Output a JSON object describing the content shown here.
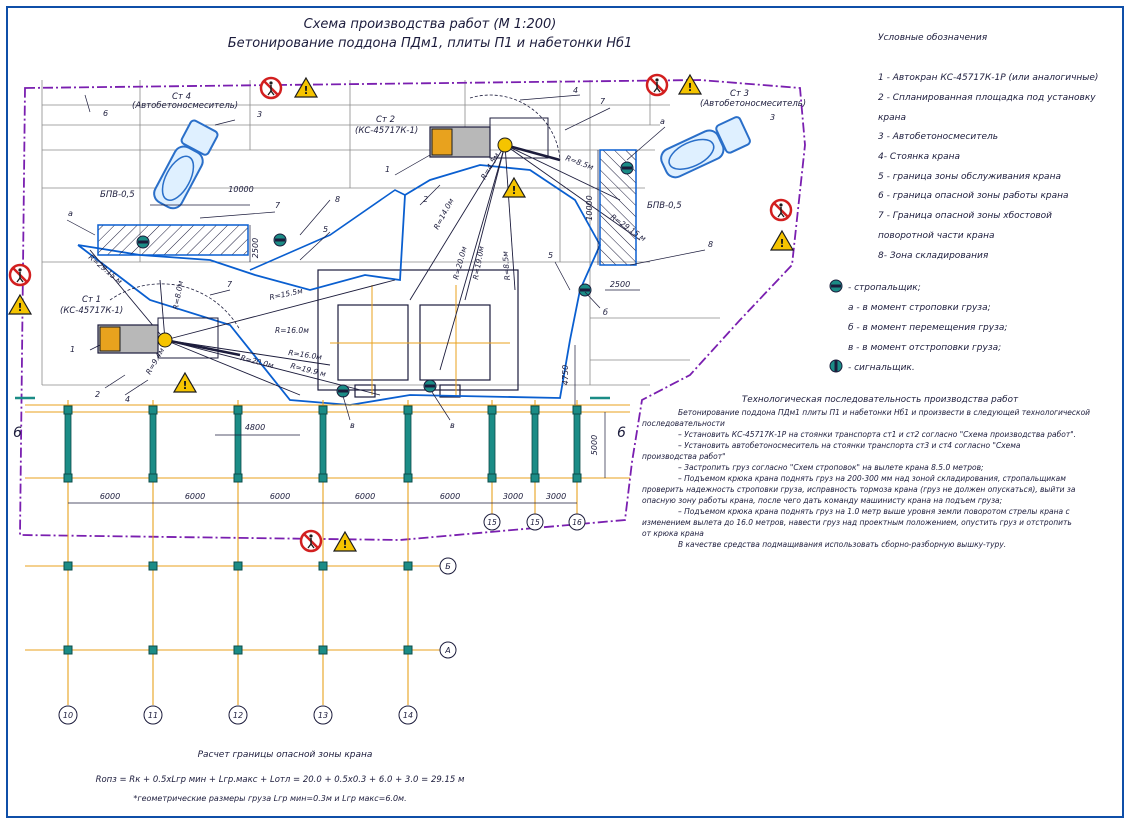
{
  "title": {
    "line1": "Схема производства работ (М 1:200)",
    "line2": "Бетонирование поддона ПДм1, плиты П1 и набетонки Нб1"
  },
  "legend": {
    "heading": "Условные обозначения",
    "items": [
      "1 - Автокран КС-45717К-1Р (или аналогичные)",
      "2 - Спланированная площадка под установку",
      "крана",
      "3 - Автобетоносмеситель",
      "4- Стоянка крана",
      "5 - граница зоны обслуживания крана",
      "6 - граница опасной зоны работы крана",
      "7 - Граница опасной зоны хбостовой",
      "поворотной части крана",
      "8- Зона складирования"
    ],
    "rigger": "- стропальщик;",
    "rigger_a": "а - в момент строповки груза;",
    "rigger_b": "б - в момент перемещения груза;",
    "rigger_v": "в - в момент отстроповки груза;",
    "signalman": "- сигнальщик."
  },
  "tech": {
    "heading": "Технологическая последовательность производства работ",
    "lines": [
      "Бетонирование поддона ПДм1 плиты П1 и набетонки Нб1 и произвести в следующей технологической",
      "последовательности",
      "– Установить КС-45717К-1Р на стоянки транспорта ст1 и ст2 согласно \"Схема производства работ\".",
      "– Установить автобетоносмеситель на стоянки транспорта ст3 и ст4 согласно \"Схема",
      "производства работ\"",
      "– Застропить груз согласно \"Схем строповок\" на вылете крана 8.5.0 метров;",
      "– Подъемом крюка крана поднять груз на 200-300 мм над зоной складирования, стропальщикам",
      "проверить надежность строповки груза, исправность тормоза крана (груз не должен опускаться), выйти за",
      "опасную зону работы крана, после чего дать команду машинисту крана на подъем груза;",
      "– Подъемом крюка крана поднять груз на 1.0 метр выше уровня земли поворотом стрелы крана с",
      "изменением вылета до 16.0 метров, навести груз над проектным положением, опустить груз и отстропить",
      "от крюка крана",
      "В качестве средства подмащивания использовать сборно-разборную вышку-туру."
    ]
  },
  "calc": {
    "heading": "Расчет границы опасной зоны крана",
    "formula": "Rопз = Rк + 0.5хLгр мин + Lгр.макс + Lотл = 20.0 + 0.5х0.3 + 6.0 + 3.0 = 29.15 м",
    "note": "*геометрические размеры груза Lгр мин=0.3м и Lгр макс=6.0м."
  },
  "labels": {
    "st4": "Ст 4",
    "st4_sub": "(Автобетоносмеситель)",
    "st3": "Ст 3",
    "st3_sub": "(Автобетоносмеситель)",
    "st2": "Ст 2",
    "st2_sub": "(КС-45717К-1)",
    "st1": "Ст 1",
    "st1_sub": "(КС-45717К-1)",
    "bpv_left": "БПВ-0,5",
    "bpv_right": "БПВ-0,5",
    "dim_10000_h": "10000",
    "dim_10000_v": "10000",
    "dim_2500_v": "2500",
    "dim_2500_h": "2500",
    "dim_4800": "4800",
    "dim_4750": "4750",
    "dim_5000": "5000",
    "r_left_1": "R=29.15 м",
    "r_left_2": "R=8.0м",
    "r_left_3": "R=15.5м",
    "r_left_4": "R=16.0м",
    "r_left_5": "R=16.0м",
    "r_left_6": "R=19.9 м",
    "r_left_7": "R=20.0м",
    "r_top_1": "R=14.0м",
    "r_top_2": "R=20.0м",
    "r_top_3": "R=19.0м",
    "r_top_4": "R=8.5м",
    "r_top_5": "R=4.5м",
    "r_top_6": "R=29.15 м",
    "r_top_7": "R=8.5м",
    "r_top_8": "R=9.4м",
    "section_mark": "6",
    "spans": [
      "6000",
      "6000",
      "6000",
      "6000",
      "3000",
      "3000"
    ],
    "col_axes": [
      "10",
      "11",
      "12",
      "13",
      "14"
    ],
    "col_axes_top": [
      "15",
      "15",
      "16"
    ],
    "row_axes": [
      "Б",
      "А"
    ],
    "num_1": "1",
    "num_2": "2",
    "num_3": "3",
    "num_4": "4",
    "num_5": "5",
    "num_6": "6",
    "num_7": "7",
    "num_8": "8",
    "letter_a": "а",
    "letter_b": "б",
    "letter_v": "в"
  },
  "colors": {
    "line": "#1c1c3c",
    "grid": "#8a8a8a",
    "boundary": "#7a1fb0",
    "service_zone": "#0a5fd0",
    "axis": "#e8a21e",
    "column": "#1b8c86",
    "crane": "#2a6fc9",
    "warning_yellow": "#f5c400",
    "prohibit_red": "#d21f1f"
  },
  "icons": {
    "warning": "warning-triangle-icon",
    "no_walking": "no-pedestrians-icon",
    "rigger": "rigger-icon",
    "signalman": "signalman-icon"
  }
}
